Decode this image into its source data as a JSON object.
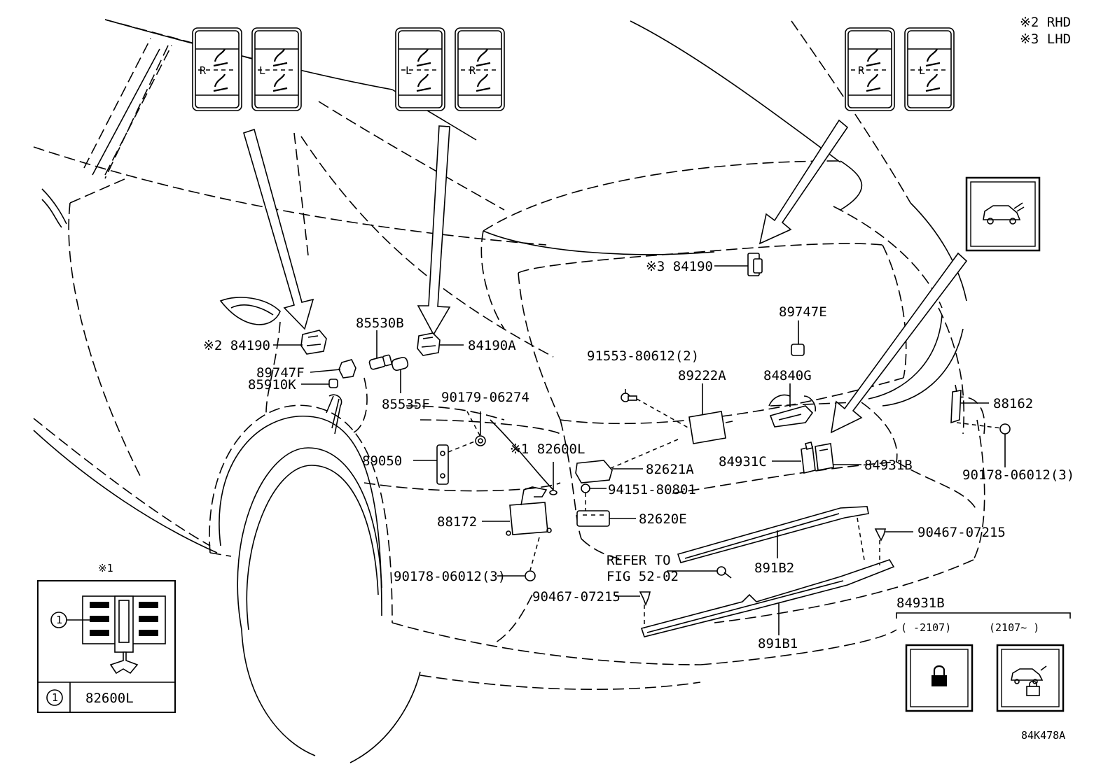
{
  "legend": {
    "rhd": "※2  RHD",
    "lhd": "※3  LHD"
  },
  "drawing_code": "84K478A",
  "switch_panels": {
    "group1": [
      "R",
      "L"
    ],
    "group2": [
      "L",
      "R"
    ],
    "group3": [
      "R",
      "L"
    ]
  },
  "labels": {
    "p84190_lhd": "※3 84190",
    "p84190_rhd": "※2 84190",
    "p84190A": "84190A",
    "p85530B": "85530B",
    "p89747F": "89747F",
    "p85910K": "85910K",
    "p85535F": "85535F",
    "p90179": "90179-06274",
    "p89050": "89050",
    "p82600L": "※1 82600L",
    "p91553": "91553-80612(2)",
    "p89222A": "89222A",
    "p89747E": "89747E",
    "p84840G": "84840G",
    "p82621A": "82621A",
    "p94151": "94151-80801",
    "p82620E": "82620E",
    "p88172": "88172",
    "p90178_left": "90178-06012(3)",
    "p90467_left": "90467-07215",
    "p90467_right": "90467-07215",
    "refer1": "REFER TO",
    "refer2": "FIG 52-02",
    "p891B2": "891B2",
    "p891B1": "891B1",
    "p84931C": "84931C",
    "p84931B": "84931B",
    "p88162": "88162",
    "p90178_right": "90178-06012(3)"
  },
  "inset_clip": {
    "note": "※1",
    "callout": "1",
    "part": "82600L"
  },
  "inset_84931B": {
    "title": "84931B",
    "range_left": "(     -2107)",
    "range_right": "(2107~      )"
  }
}
